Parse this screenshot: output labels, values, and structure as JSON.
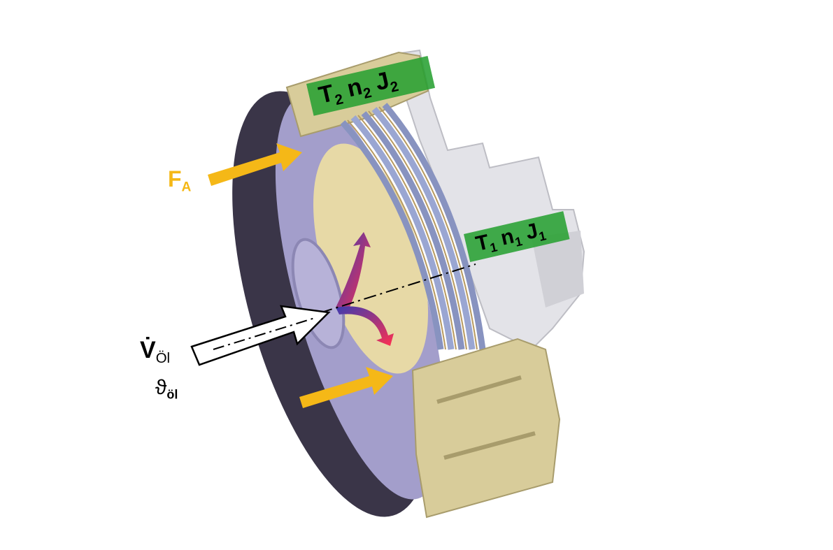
{
  "labels": {
    "axial_force": {
      "main": "F",
      "sub": "A"
    },
    "oil_flow": {
      "main": "V̇",
      "sub": "Öl"
    },
    "oil_temp": {
      "main": "ϑ",
      "sub": "öl"
    },
    "outer": {
      "t": "T",
      "t_sub": "2",
      "n": "n",
      "n_sub": "2",
      "j": "J",
      "j_sub": "2"
    },
    "inner": {
      "t": "T",
      "t_sub": "1",
      "n": "n",
      "n_sub": "1",
      "j": "J",
      "j_sub": "1"
    }
  },
  "colors": {
    "force_arrow": "#f5b817",
    "label_bg": "#2ea03a",
    "housing_dark": "#3a3548",
    "housing_face": "#a39ecb",
    "drum_gold": "#d8cc9a",
    "hub_gray": "#e2e2e6"
  }
}
